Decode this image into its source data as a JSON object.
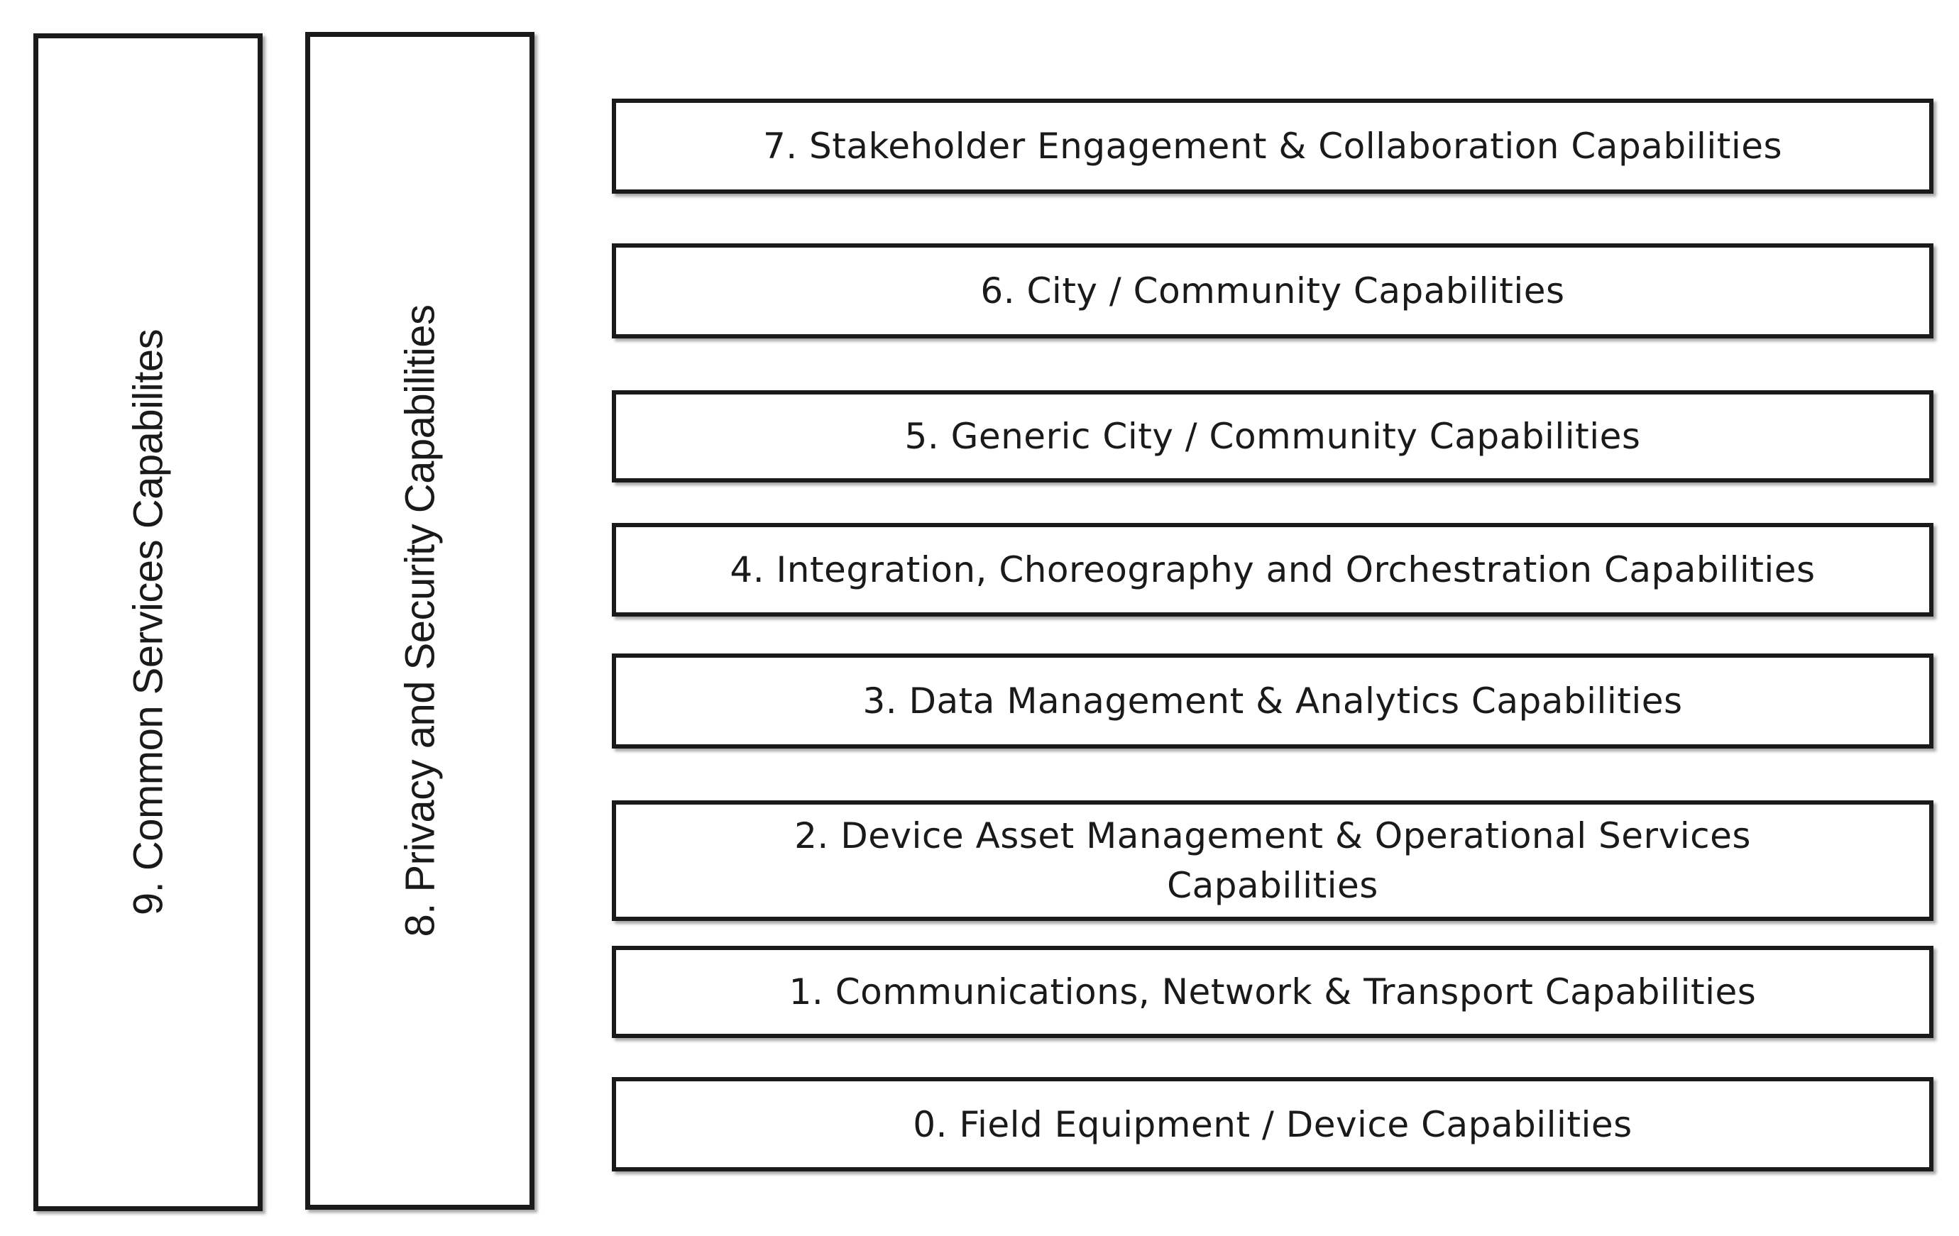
{
  "columns": {
    "common_services": "9. Common Services Capabilites",
    "privacy_security": "8. Privacy and Security Capabilities"
  },
  "layers": [
    "7. Stakeholder Engagement & Collaboration Capabilities",
    "6. City / Community Capabilities",
    "5. Generic City / Community Capabilities",
    "4. Integration, Choreography and Orchestration Capabilities",
    "3. Data Management & Analytics Capabilities",
    "2. Device Asset Management & Operational Services Capabilities",
    "1. Communications, Network & Transport Capabilities",
    "0. Field Equipment / Device Capabilities"
  ]
}
